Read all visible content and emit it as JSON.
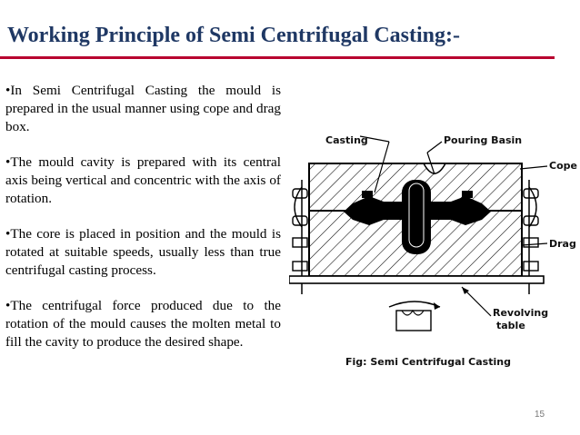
{
  "slide": {
    "title": "Working Principle of Semi Centrifugal Casting:-",
    "bullets": [
      "•In Semi Centrifugal Casting the mould is prepared in the usual manner using cope and drag box.",
      "•The mould cavity is prepared with its central axis being vertical and concentric with the axis of rotation.",
      "•The core is placed in position and the mould is rotated at suitable speeds, usually less than true centrifugal casting process.",
      "•The centrifugal force produced due to the rotation of the mould causes the molten metal to fill the cavity to produce the desired shape."
    ],
    "page_number": "15",
    "title_color": "#1f3864",
    "rule_color": "#b8002f"
  },
  "figure": {
    "labels": {
      "casting": "Casting",
      "pouring_basin": "Pouring Basin",
      "cope": "Cope",
      "drag": "Drag",
      "revolving_1": "Revolving",
      "revolving_2": "table"
    },
    "caption": "Fig: Semi Centrifugal Casting"
  }
}
